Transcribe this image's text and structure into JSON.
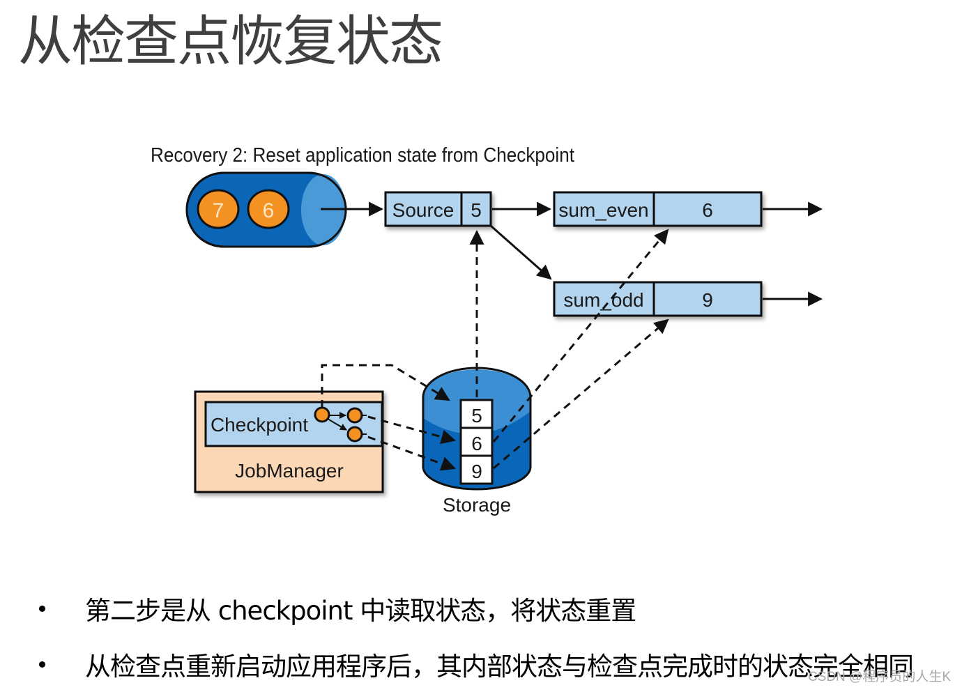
{
  "slide": {
    "title": "从检查点恢复状态"
  },
  "diagram": {
    "caption": "Recovery 2: Reset application state from Checkpoint",
    "queue": {
      "records": [
        "7",
        "6"
      ]
    },
    "source": {
      "label": "Source",
      "state": "5"
    },
    "sum_even": {
      "label": "sum_even",
      "state": "6"
    },
    "sum_odd": {
      "label": "sum_odd",
      "state": "9"
    },
    "jobmanager": {
      "label": "JobManager",
      "checkpoint_label": "Checkpoint"
    },
    "storage": {
      "label": "Storage",
      "values": [
        "5",
        "6",
        "9"
      ]
    },
    "colors": {
      "queue_dark_blue": "#0b66b8",
      "queue_light_blue": "#4a9ad8",
      "record_orange": "#f39222",
      "operator_fill": "#b3d4ee",
      "jobmanager_fill": "#fbd7b5",
      "storage_top": "#3d8fd3",
      "storage_body": "#0a66b8"
    }
  },
  "bullets": [
    "第二步是从 checkpoint 中读取状态，将状态重置",
    "从检查点重新启动应用程序后，其内部状态与检查点完成时的状态完全相同"
  ],
  "watermark": "CSDN @程序员的人生K"
}
